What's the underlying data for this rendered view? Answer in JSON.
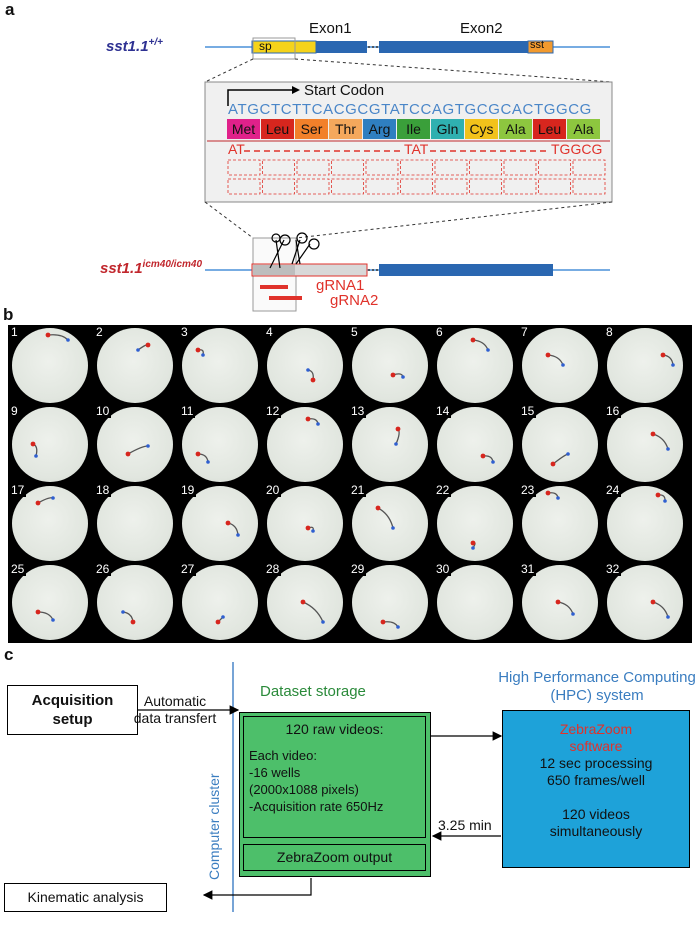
{
  "panel_labels": {
    "a": "a",
    "b": "b",
    "c": "c"
  },
  "panel_a": {
    "wildtype_gene": "sst1.1",
    "wildtype_sup": "+/+",
    "mutant_gene": "sst1.1",
    "mutant_sup": "icm40/icm40",
    "exon1_label": "Exon1",
    "exon2_label": "Exon2",
    "sp_label": "sp",
    "sst_label": "sst",
    "start_codon_label": "Start Codon",
    "dna_sequence": "ATGCTCTTCACGCGTATCCAGTGCGCACTGGCG",
    "amino_acids": [
      {
        "name": "Met",
        "color": "#e0218a"
      },
      {
        "name": "Leu",
        "color": "#d7261e"
      },
      {
        "name": "Ser",
        "color": "#f2802a"
      },
      {
        "name": "Thr",
        "color": "#f4a85c"
      },
      {
        "name": "Arg",
        "color": "#2f7fc0"
      },
      {
        "name": "Ile",
        "color": "#3a9f3a"
      },
      {
        "name": "Gln",
        "color": "#2fb0b0"
      },
      {
        "name": "Cys",
        "color": "#f2c21b"
      },
      {
        "name": "Ala",
        "color": "#8dc63f"
      },
      {
        "name": "Leu",
        "color": "#d7261e"
      },
      {
        "name": "Ala",
        "color": "#8dc63f"
      }
    ],
    "mutant_seq_start": "AT",
    "mutant_seq_mid": "TAT",
    "mutant_seq_end": "TGGCG",
    "grna1_label": "gRNA1",
    "grna2_label": "gRNA2",
    "colors": {
      "exon_blue": "#2a67b1",
      "sp_yellow": "#f5d31b",
      "sst_orange": "#f29a2e",
      "line_blue": "#4a90d9",
      "red": "#e0322b",
      "seq_blue": "#4a86c8",
      "wt_label": "#2e3192",
      "mut_label": "#c1272d"
    }
  },
  "panel_b": {
    "wells": [
      {
        "number": "1"
      },
      {
        "number": "2"
      },
      {
        "number": "3"
      },
      {
        "number": "4"
      },
      {
        "number": "5"
      },
      {
        "number": "6"
      },
      {
        "number": "7"
      },
      {
        "number": "8"
      },
      {
        "number": "9"
      },
      {
        "number": "10"
      },
      {
        "number": "11"
      },
      {
        "number": "12"
      },
      {
        "number": "13"
      },
      {
        "number": "14"
      },
      {
        "number": "15"
      },
      {
        "number": "16"
      },
      {
        "number": "17"
      },
      {
        "number": "18"
      },
      {
        "number": "19"
      },
      {
        "number": "20"
      },
      {
        "number": "21"
      },
      {
        "number": "22"
      },
      {
        "number": "23"
      },
      {
        "number": "24"
      },
      {
        "number": "25"
      },
      {
        "number": "26"
      },
      {
        "number": "27"
      },
      {
        "number": "28"
      },
      {
        "number": "29"
      },
      {
        "number": "30"
      },
      {
        "number": "31"
      },
      {
        "number": "32"
      }
    ]
  },
  "panel_c": {
    "acquisition_label": "Acquisition setup",
    "automatic_transfer": [
      "Automatic",
      "data transfert"
    ],
    "computer_cluster": "Computer cluster",
    "dataset_storage": "Dataset storage",
    "raw_videos": "120 raw videos:",
    "each_video": [
      "Each video:",
      "-16 wells",
      "(2000x1088 pixels)",
      "-Acquisition rate 650Hz"
    ],
    "zebrazoom_output": "ZebraZoom output",
    "hpc_title": [
      "High Performance Computing",
      "(HPC) system"
    ],
    "zebrazoom_software": [
      "ZebraZoom",
      "software"
    ],
    "processing": [
      "12 sec processing",
      "650 frames/well"
    ],
    "simultaneous": [
      "120 videos",
      "simultaneously"
    ],
    "time_label": "3.25 min",
    "kinematic_analysis": "Kinematic analysis",
    "colors": {
      "green": "#4dbf6a",
      "green_text": "#2a8a3a",
      "hpc_blue": "#1ea2d9",
      "blue_text": "#3a7dc0",
      "red_text": "#e0322b"
    }
  }
}
